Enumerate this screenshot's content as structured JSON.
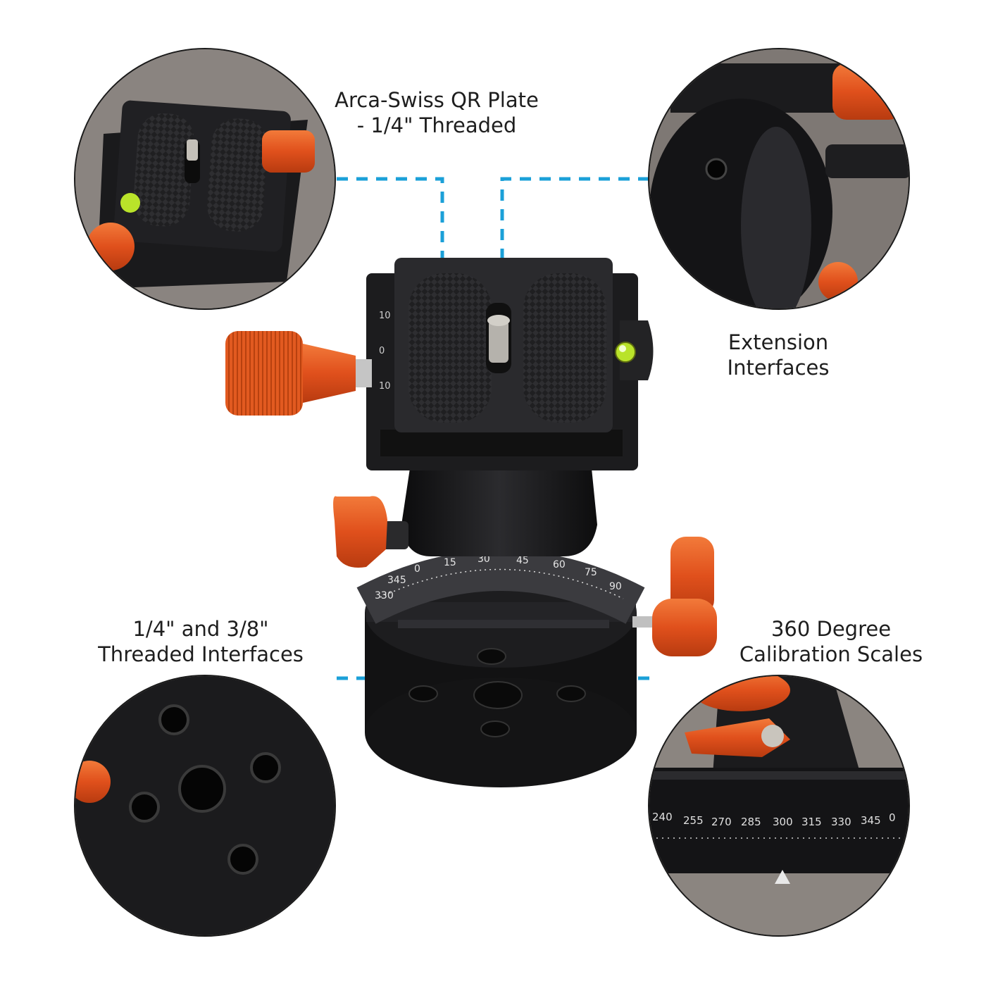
{
  "callouts": {
    "qr_plate": {
      "line1": "Arca-Swiss QR Plate",
      "line2": "- 1/4\" Threaded"
    },
    "extension": {
      "line1": "Extension",
      "line2": "Interfaces"
    },
    "threaded": {
      "line1": "1/4\" and 3/8\"",
      "line2": "Threaded Interfaces"
    },
    "calibration": {
      "line1": "360 Degree",
      "line2": "Calibration Scales"
    }
  },
  "scale_marks": {
    "main": [
      "330",
      "345",
      "0",
      "15",
      "30",
      "45",
      "60",
      "75",
      "90"
    ],
    "detail": [
      "240",
      "255",
      "270",
      "285",
      "300",
      "315",
      "330",
      "345",
      "0"
    ]
  },
  "plate_marks": [
    "10",
    "0",
    "10"
  ],
  "colors": {
    "connector": "#1ba0d8",
    "accent_orange": "#e8521c",
    "body_black": "#1b1b1d",
    "bubble_green": "#b9e32a",
    "circle_bg": "#86807c"
  },
  "icons": [
    "bubble-level-icon",
    "locking-knob-icon",
    "triangle-marker-icon"
  ]
}
